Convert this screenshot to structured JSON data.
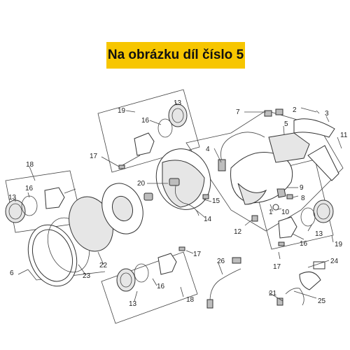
{
  "banner": {
    "text": "Na obrázku díl číslo 5",
    "color": "#f7c600"
  },
  "callouts": {
    "c1": "1",
    "c2": "2",
    "c3": "3",
    "c4": "4",
    "c5": "5",
    "c6": "6",
    "c7": "7",
    "c8": "8",
    "c9": "9",
    "c10": "10",
    "c11": "11",
    "c12": "12",
    "c13a": "13",
    "c13b": "13",
    "c13c": "13",
    "c13d": "13",
    "c14": "14",
    "c15": "15",
    "c16a": "16",
    "c16b": "16",
    "c16c": "16",
    "c16d": "16",
    "c17a": "17",
    "c17b": "17",
    "c17c": "17",
    "c18a": "18",
    "c18b": "18",
    "c19a": "19",
    "c19b": "19",
    "c20": "20",
    "c21": "21",
    "c22": "22",
    "c23": "23",
    "c24": "24",
    "c25": "25",
    "c26": "26"
  }
}
